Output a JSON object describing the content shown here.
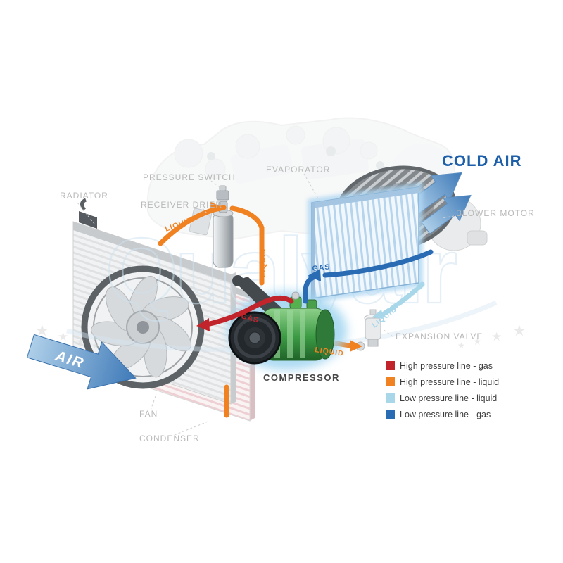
{
  "watermark": {
    "text": "Qualyair"
  },
  "cold_air_label": "COLD AIR",
  "air_label": "AIR",
  "labels": {
    "radiator": "RADIATOR",
    "pressure_switch": "PRESSURE SWITCH",
    "receiver_drier": "RECEIVER DRIER",
    "evaporator": "EVAPORATOR",
    "blower_motor": "BLOWER MOTOR",
    "expansion_valve": "EXPANSION VALVE",
    "compressor": "COMPRESSOR",
    "fan": "FAN",
    "condenser": "CONDENSER"
  },
  "pipe_labels": {
    "high_liquid_inlet": "LIQUID",
    "high_liquid_drop": "LIQUID",
    "high_gas": "GAS",
    "low_gas": "GAS",
    "high_liquid_to_valve": "LIQUID",
    "low_liquid": "LIQUID"
  },
  "legend": {
    "items": [
      {
        "label": "High pressure line - gas",
        "color": "#c2242b"
      },
      {
        "label": "High pressure line - liquid",
        "color": "#f08222"
      },
      {
        "label": "Low pressure line - liquid",
        "color": "#a9d7ea"
      },
      {
        "label": "Low pressure line -  gas",
        "color": "#2a6cb4"
      }
    ]
  },
  "colors": {
    "high_gas": "#c2242b",
    "high_liquid": "#f08222",
    "low_liquid": "#a9d7ea",
    "low_gas": "#2a6cb4",
    "cold_air": "#1d5fa9"
  }
}
